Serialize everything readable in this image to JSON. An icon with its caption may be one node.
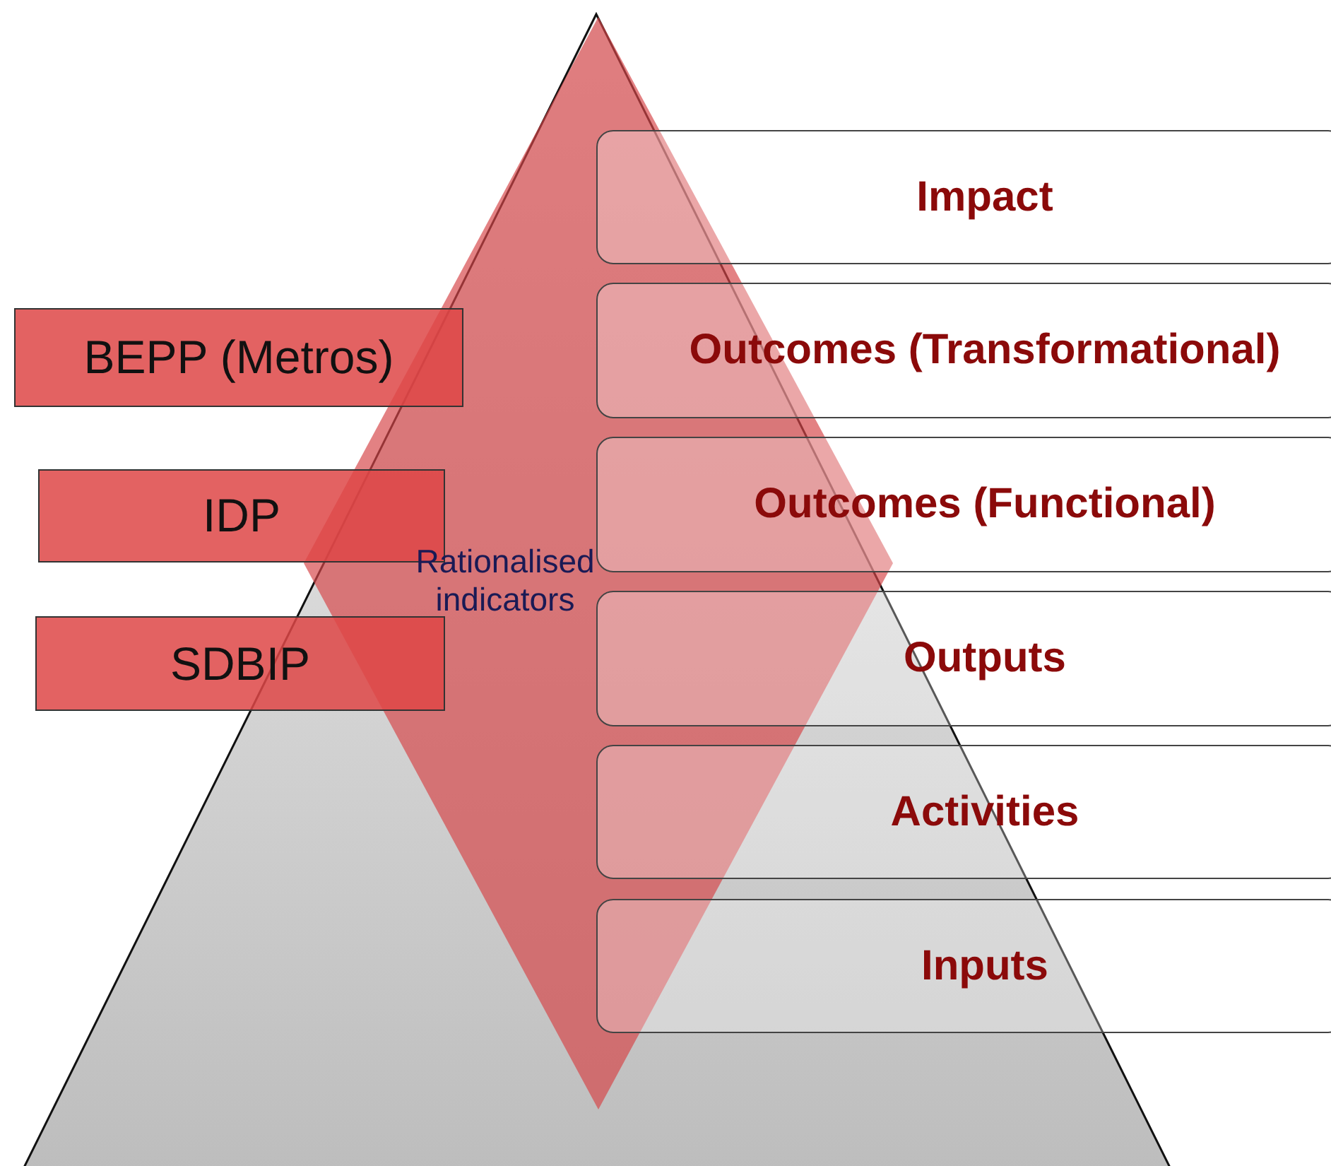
{
  "diagram": {
    "nodes": [
      {
        "text": [
          "Rationalised indicators"
        ]
      },
      {
        "text": [
          "Impact"
        ]
      },
      {
        "text": [
          "Outcomes (Transformational)"
        ]
      },
      {
        "text": [
          "Outcomes (Functional)"
        ]
      },
      {
        "text": [
          "Outputs"
        ]
      },
      {
        "text": [
          "Activities"
        ]
      },
      {
        "text": [
          "Inputs"
        ]
      },
      {
        "text": [
          "BEPP (Metros)"
        ]
      },
      {
        "text": [
          "IDP"
        ]
      },
      {
        "text": [
          "SDBIP"
        ]
      }
    ]
  }
}
